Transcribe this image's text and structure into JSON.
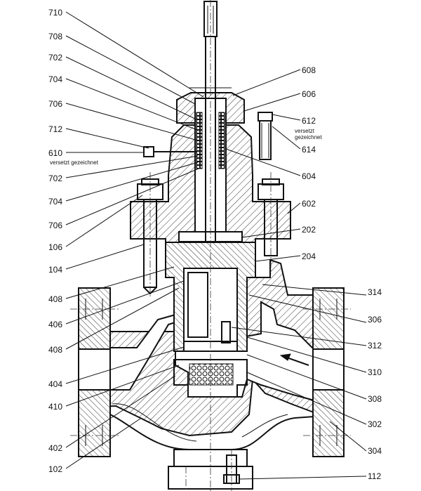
{
  "labels_left": [
    {
      "id": "710",
      "text": "710"
    },
    {
      "id": "708",
      "text": "708"
    },
    {
      "id": "702a",
      "text": "702"
    },
    {
      "id": "704a",
      "text": "704"
    },
    {
      "id": "706a",
      "text": "706"
    },
    {
      "id": "712",
      "text": "712"
    },
    {
      "id": "610",
      "text": "610"
    },
    {
      "id": "702b",
      "text": "702"
    },
    {
      "id": "704b",
      "text": "704"
    },
    {
      "id": "706b",
      "text": "706"
    },
    {
      "id": "106",
      "text": "106"
    },
    {
      "id": "104",
      "text": "104"
    },
    {
      "id": "408a",
      "text": "408"
    },
    {
      "id": "406",
      "text": "406"
    },
    {
      "id": "408b",
      "text": "408"
    },
    {
      "id": "404",
      "text": "404"
    },
    {
      "id": "410",
      "text": "410"
    },
    {
      "id": "402",
      "text": "402"
    },
    {
      "id": "102",
      "text": "102"
    }
  ],
  "labels_right": [
    {
      "id": "608",
      "text": "608"
    },
    {
      "id": "606",
      "text": "606"
    },
    {
      "id": "612",
      "text": "612"
    },
    {
      "id": "614",
      "text": "614"
    },
    {
      "id": "604",
      "text": "604"
    },
    {
      "id": "602",
      "text": "602"
    },
    {
      "id": "202",
      "text": "202"
    },
    {
      "id": "204",
      "text": "204"
    },
    {
      "id": "314",
      "text": "314"
    },
    {
      "id": "306",
      "text": "306"
    },
    {
      "id": "312",
      "text": "312"
    },
    {
      "id": "310",
      "text": "310"
    },
    {
      "id": "308",
      "text": "308"
    },
    {
      "id": "302",
      "text": "302"
    },
    {
      "id": "304",
      "text": "304"
    },
    {
      "id": "112",
      "text": "112"
    }
  ],
  "notes": {
    "n610": "versetzt gezeichnet",
    "n612a": "versetzt",
    "n612b": "gezeichnet"
  },
  "colors": {
    "ink": "#111111",
    "paper": "#ffffff"
  }
}
